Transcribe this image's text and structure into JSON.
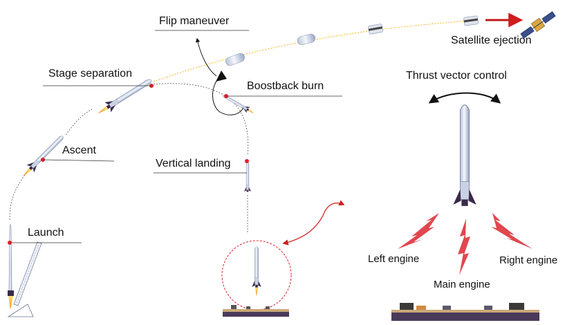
{
  "labels": {
    "flip": "Flip maneuver",
    "stage_separation": "Stage separation",
    "boostback": "Boostback burn",
    "ascent": "Ascent",
    "vertical_landing": "Vertical landing",
    "launch": "Launch",
    "satellite_ejection": "Satellite ejection",
    "thrust_vector_control": "Thrust vector control",
    "left_engine": "Left engine",
    "main_engine": "Main engine",
    "right_engine": "Right engine"
  },
  "colors": {
    "trajectory_orbit": "#f2b31c",
    "marker": "#e0202a",
    "arrow": "#c01818",
    "plume": "#e0474f",
    "rocket_body": "#dfe6f3",
    "rocket_dark": "#3b2a4a",
    "barge": "#4a3a5a"
  }
}
